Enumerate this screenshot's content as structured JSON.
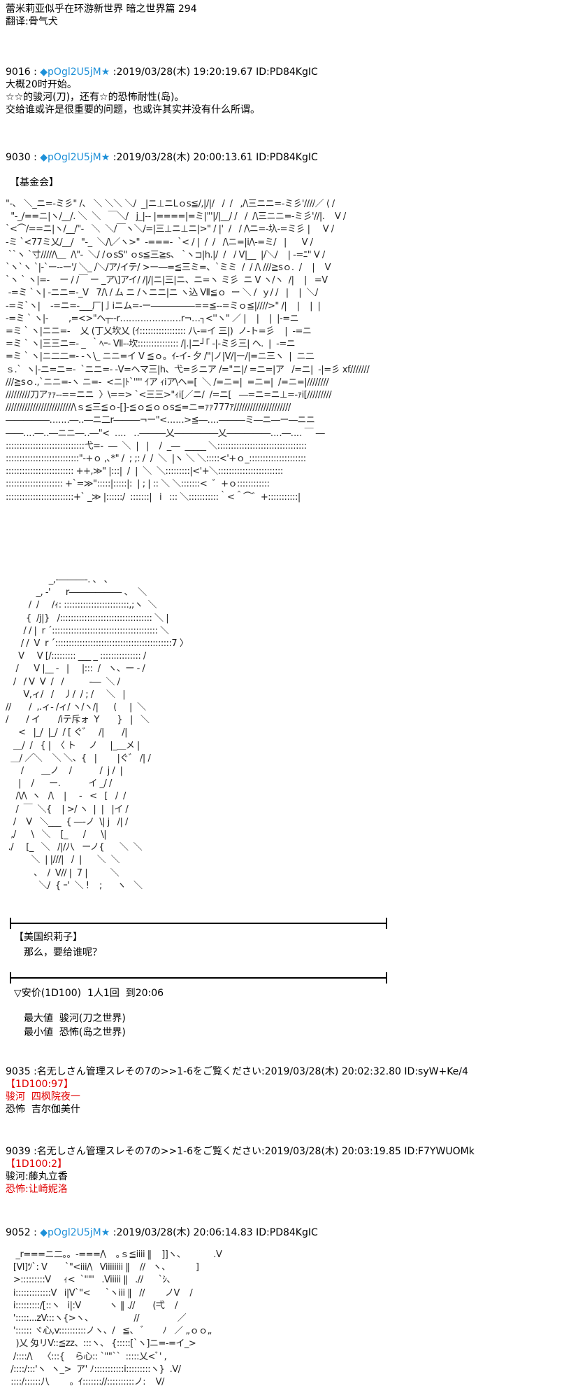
{
  "title": "蕾米莉亚似乎在环游新世界 暗之世界篇 294",
  "translator": "翻译:骨气犬",
  "posts": [
    {
      "num": "9016",
      "sep": " : ",
      "name": "◆pOgl2U5jM",
      "star": "★",
      "meta": " :2019/03/28(木) 19:20:19.67 ID:PD84KgIC",
      "lines": [
        "大概20时开始。",
        "☆☆的骏河(刀)，还有☆的恐怖耐性(岛)。",
        "交给谁或许是很重要的问题，也或许其实并没有什么所谓。"
      ]
    },
    {
      "num": "9030",
      "sep": " : ",
      "name": "◆pOgl2U5jM",
      "star": "★",
      "meta": " :2019/03/28(木) 20:00:13.61 ID:PD84KgIC",
      "label": "【基金会】",
      "art1": [
        "\"-、 ＼_ニ=-ミ彡\" /、 ＼ ＼＼ ＼/  _|ニ⊥ニLｏs≦/,|/|/   /  /   ,/\\三ニニ=-ミ彡'////／ ⟨ /",
        "  \"-_/==ニ|ヽ/__/. ＼  ＼   ￣＼/   j_|-- |====|=ミ|\"'|/|__/ /   /  /\\三ニニ=-ミ彡'//|.    V /",
        "`<⌒/==ニ|ヽ/__/\"-   ＼  ＼/￣ヽ＼/=|三⊥ニ⊥ニ|>\" / |'  /   / /\\ニ=-圦-=ミ彡 |     V /",
        "-ミ `<77ミ乂/__/   \"-_  ＼/\\／ヽ>\"  -===-  `< / |  /  /   /\\ニ=|i/\\-=ミ/   |      V /",
        " ``ヽ `寸/////\\＿  /\\\"-  ＼/ /ｏsS\" ｏs≦三≧s、 `ヽ⊐|h.|/  /   / V|__  |/＼/    | -=ﾆ\" V /",
        "`ヽ`ヽ `|-`ー--ー'/ ＼_ /＼/ア/イテ/ >ー―=≦三ミ=、`ミミ  /  / /\\ ///≧sｏ.  /    |    V",
        "`ヽ ` ヽ|=-    ー / /￣ ー _ア\\]アイ/ /|/|ニ|三|ニ、ニ=ヽ ミ彡  ニ V ヽ/ヽ  /|    |   =V",
        " -=ミ `ヽ| -ニニ=-_V   7/\\ / ム ニ /ヽニニ|ニ ヽ込 Ⅶ≦ｏ  ー ＼ /  ｙ/ /   |    |  ＼/",
        "-=ミ`ヽ|    -=ニ=-___厂|亅iニム=-ー―――――==≦-‐=ミｏ≦|////>\" /|    |    |  |",
        "-=ミ ` ヽ|-        ,=<>\"ヘ┬‐‐r…………………r¬…┐<''ヽ\" ／ |    |    |  |-=ニ",
        "=ミ ` ヽ|ニニ=-    乂 (丁乂坎乂 (ｲ::::::::::::::::: 八-=イ 三|)  ノ-ト=彡    |  -=ニ",
        "=ミ ` ヽ|三三ニ=- _  ｀ﾍｰ‐ Ⅶ-‐坎::::::::::::::: /|.|ニ┘｢ -|-ミ彡三| ヘ.  |  -=ニ",
        "=ミ ` ヽ|ニ二二=- ‐ヽ\\_ ニニ=イ V ≦ｏ。ｲ-イ- 夕 /\"|ノ|V/|ー/|=ニ三ヽ  |  ニ二",
        "ｓ.`  ヽ|-ニ=ニ=-  `ニニ=- -V=ヘマ三|h、弋=彡ニア /=\"ニ|/ =ニ=|ア   /=ニ|  -|=彡 xf///////",
        "///≧sｏ.,`ニニ=-ヽ ニ=-  <ニ|ﾄ`'''' ｲア ｨiア\\ヘ=[  ＼ /=ニ=|  =ニ=|  /=ニ=|////////",
        "/////////刀アｧｧ--==ニニ  〉\\==> `<三三>\"ｨi[／ニ/  /=ニ[   ―=ニ=ニ⊥=-ｧi[/////////",
        "/////////////////////////\\ｓ≦三≦ｏ-[]-≦ｏ≦ｏｏs≦=ニ=ｧｧ777ｱ/////////////////////",
        "―――――…‥‥―‥―ニ二r―――¬ー\"<‥‥‥>≦―‥‥―――ミ―ニ―ー―ニニ",
        "――‥‥―‥―ニニ―‥―\"<  ‥‥   ‥―――乂―――――乂―――――‥‥―‥‥ ￣ ―",
        ":::::::::::::::::::::::::::::弋=-  ―  ＼  |   |    /  _―  _____ ＼:::::::::::::::::::::::::::::::::",
        ":::::::::::::::::::::::::::\"‐+ｏ ,､*\" /  ; ;: /  /  ＼  |ヽ ＼ ＼:::::<'+ｏ_:::::::::::::::::::::",
        "::::::::::::::::::::::::: ++,≫\" |:::|  /  |  ＼  ＼:::::::::|<'+＼::::::::::::::::::::::::",
        "::::::::::::::::::::: +`=≫\":::::|:::::|:  | ; | :: ＼ ＼:::::::<  ゛+ｏ::::::::::::",
        ":::::::::::::::::::::::::+` _≫ |::::::/  :::::::|   i   ::: ＼:::::::::::｀<＾⌒゛+:::::::::::|"
      ],
      "art2": [
        "                 _,-―――-. 、 、",
        "            _, ‐'      r―――――― 、  ＼",
        "         /  /     /ｨ: ::::::::::::::::::::::::,;ヽ  ＼",
        "        {  /j|}   /:::::::::::::::::::::::::::::::::: ＼ |",
        "       / / |  r ´::::::::::::::::::::::::::::::::::::::: ＼",
        "      / /  V  r ´:::::::::::::::::::::::::::::::::::::::::::7 〉",
        "     V     V [/::::::::: ___ _ ::::::::::::::: /",
        "    /      V |__ ‐   |     |:::  /   ヽ、ー - /",
        "   /   / V  V  /   /          ‐―  ＼ /",
        "       V,ィ/   /    丿/  / ; /     ＼   |",
        "//       /  ,.ィ‐ /ィ/ ヽ/ヽ/|      (     |  ＼",
        "/       / イ       /iテ斥ォ  Y       }   |   ＼",
        "     <   |_/  |_/  / [ ぐ゛   /|       /|",
        "   ＿/  /   { |  〈 ト     ノ     |_＿メ |",
        "  ＿/ ／＼    ＼ ＼、{   |        |ぐ゛ /| /",
        "      /       ＿ノ    /           /  j /  |",
        "     |    /      ー.           イ _/ /",
        "    /\\/\\  ヽ   /\\    |     -   <   [   /  /",
        "    /  ￣  ＼{    | >/ ヽ  |  |   |イ /",
        "   /    V   ＼___  { ―‐ノ  \\| j   /| /",
        "  ,/      \\   ＼    [_      /      \\|",
        " ./     [_   ＼   /|/八   ーノ{      ＼  ＼",
        "          ＼  | |///|   /  |      ＼  ＼",
        "           、  /  V// |  7 |         ＼",
        "             ＼/  { ｰ'  ＼ !    ;      ヽ   ＼"
      ],
      "sep_top": "",
      "speaker": "【美国织莉子】",
      "speech": "那么，要给谁呢？",
      "vote_title": "▽安价(1D100)  1人1回  到20:06",
      "max_label": "最大値  骏河(刀之世界)",
      "min_label": "最小値  恐怖(岛之世界)"
    },
    {
      "num": "9035",
      "meta": " :名无しさん管理スレその7の>>1-6をご覧ください:2019/03/28(木) 20:02:32.80 ID:syW+Ke/4",
      "roll": "【1D100:97】",
      "line1": "骏河  四枫院夜一",
      "line2": "恐怖  吉尔伽美什"
    },
    {
      "num": "9039",
      "meta": " :名无しさん管理スレその7の>>1-6をご覧ください:2019/03/28(木) 20:03:19.85 ID:F7YWUOMk",
      "roll": "【1D100:2】",
      "line1": "骏河:藤丸立香",
      "line2": "恐怖:让崎妮洛"
    },
    {
      "num": "9052",
      "sep": " : ",
      "name": "◆pOgl2U5jM",
      "star": "★",
      "meta": " :2019/03/28(木) 20:06:14.83 ID:PD84KgIC",
      "art3": [
        "    _r===ニ二。。-===/\\    ｡ｓ≦iiii ‖    ]]ヽ、           .V",
        "   [Ⅵ]ﾂ`: V       `\"<iii/\\   Viiiiiiii ‖    //   ヽ、          ]",
        "   >:::::::::V     ｨ<  `\"\"'   .Viiiii ‖   .//      `ｼ、",
        "   i:::::::::::::V   i|V`\"<      `ヽiii ‖   //        ノV    /",
        "   i:::::::::/[::ヽ   i|:V           ヽ ‖ .//       (弌    /",
        "   ':::::...zV:::ヽ{>ヽ、                //               ／",
        "   ':::::: ヾ心,v::::::::::ノヽ、/   ≦、 ﾞ       ﾉ   ／ „ｏｏ„",
        "    )乂 匁リV::≦zz、:::ヽ、 {:::::[`ヽ]ニ=-=イ_>",
        "   /::::/\\    〈:::{    ら心:: `\"\"``  :::::乂<ﾞ' ,",
        "  /::::/:::'ヽ  ヽ_>  ア' ﾉ:::::::::::i:::::::::ヽ}  .V/",
        "  ::::/::::::八        。ｲ::::::://::::::::::ノ:    V/"
      ]
    }
  ]
}
